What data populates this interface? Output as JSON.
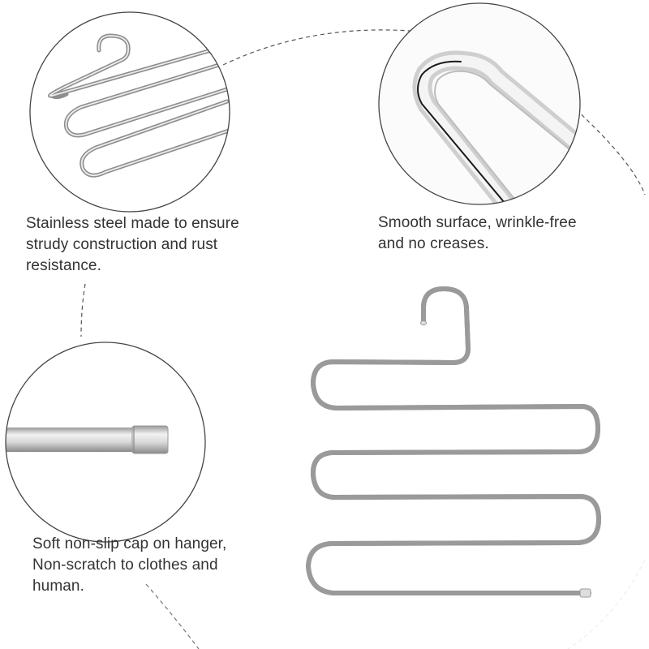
{
  "features": [
    {
      "id": "stainless-steel",
      "lines": [
        "Stainless steel made to ensure",
        "strudy construction and rust",
        "resistance."
      ]
    },
    {
      "id": "smooth-surface",
      "lines": [
        "Smooth surface, wrinkle-free",
        "and no creases."
      ]
    },
    {
      "id": "non-slip-cap",
      "lines": [
        "Soft non-slip cap on hanger,",
        "Non-scratch to clothes and",
        "human."
      ]
    }
  ],
  "colors": {
    "background": "#ffffff",
    "text": "#333333",
    "circle_outline": "#444444",
    "dashed_arc": "#555555",
    "metal_dark": "#8a8a8a",
    "metal_light": "#e6e6e6"
  }
}
